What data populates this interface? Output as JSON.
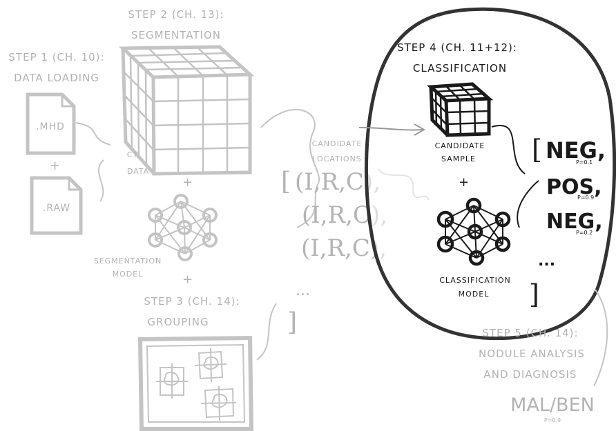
{
  "step1": {
    "title_line1": "STEP 1 (CH. 10):",
    "title_line2": "DATA LOADING",
    "file1": ".MHD",
    "plus": "+",
    "file2": ".RAW"
  },
  "step2": {
    "title_line1": "STEP 2 (CH. 13):",
    "title_line2": "SEGMENTATION",
    "ct_line1": "CT",
    "ct_line2": "DATA",
    "plus": "+",
    "model_line1": "SEGMENTATION",
    "model_line2": "MODEL",
    "plus2": "+"
  },
  "step3": {
    "title_line1": "STEP 3 (CH. 14):",
    "title_line2": "GROUPING"
  },
  "candidates": {
    "label_line1": "CANDIDATE",
    "label_line2": "LOCATIONS",
    "open": "[",
    "items": [
      "(I,R,C),",
      "(I,R,C),",
      "(I,R,C),"
    ],
    "ellipsis": "...",
    "close": "]"
  },
  "step4": {
    "title_line1": "STEP 4 (CH. 11+12):",
    "title_line2": "CLASSIFICATION",
    "sample_line1": "CANDIDATE",
    "sample_line2": "SAMPLE",
    "plus": "+",
    "model_line1": "CLASSIFICATION",
    "model_line2": "MODEL",
    "open": "[",
    "results": [
      {
        "label": "NEG,",
        "p": "P=0.1"
      },
      {
        "label": "POS,",
        "p": "P=0.9"
      },
      {
        "label": "NEG,",
        "p": "P=0.2"
      }
    ],
    "ellipsis": "...",
    "close": "]"
  },
  "step5": {
    "title_line1": "STEP 5 (CH. 14):",
    "title_line2": "NODULE ANALYSIS",
    "title_line3": "AND DIAGNOSIS",
    "result": "MAL/BEN",
    "p": "P=0.9"
  },
  "colors": {
    "faded": "#b3b3b3",
    "dark": "#1a1a1a"
  }
}
